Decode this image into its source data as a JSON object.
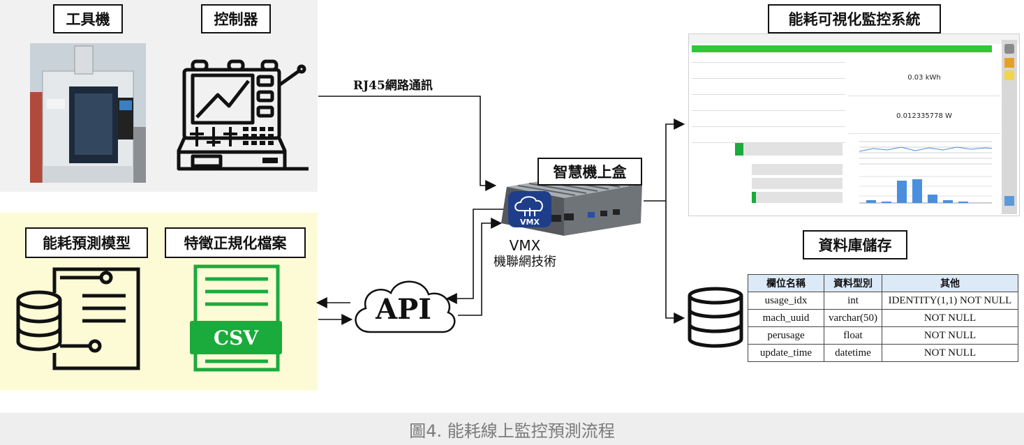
{
  "labels": {
    "machine_tool": "工具機",
    "controller": "控制器",
    "energy_model": "能耗預測模型",
    "feature_file": "特徵正規化檔案",
    "monitoring_system": "能耗可視化監控系統",
    "smart_box": "智慧機上盒",
    "database_storage": "資料庫儲存"
  },
  "connection": {
    "rj45": "RJ45網路通訊"
  },
  "vmx": {
    "badge": "VMX",
    "name": "VMX",
    "subtitle": "機聯網技術"
  },
  "api": {
    "label": "API"
  },
  "csv": {
    "label": "CSV"
  },
  "caption": "圖4. 能耗線上監控預測流程",
  "dashboard": {
    "daily_usage_value": "0.03 kWh",
    "energy_monitor_value": "0.012335778 W"
  },
  "db_table": {
    "headers": [
      "欄位名稱",
      "資料型別",
      "其他"
    ],
    "rows": [
      [
        "usage_idx",
        "int",
        "IDENTITY(1,1) NOT NULL"
      ],
      [
        "mach_uuid",
        "varchar(50)",
        "NOT NULL"
      ],
      [
        "perusage",
        "float",
        "NOT NULL"
      ],
      [
        "update_time",
        "datetime",
        "NOT NULL"
      ]
    ]
  },
  "colors": {
    "green": "#1aab3c",
    "dashboard_green": "#33c53a",
    "blue": "#4a8fde"
  }
}
